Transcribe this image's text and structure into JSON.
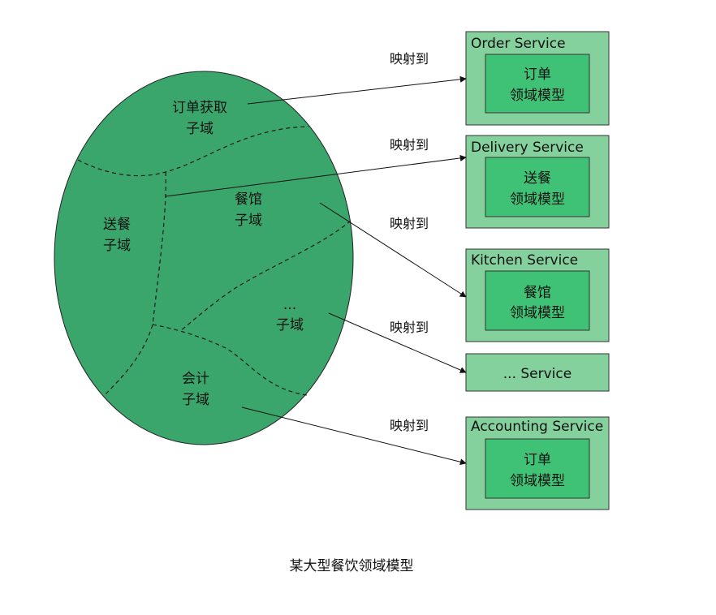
{
  "colors": {
    "domain_fill": "#3aa66b",
    "service_outer": "#84d19d",
    "service_inner": "#40c276",
    "stroke": "#222222"
  },
  "subdomains": {
    "order": [
      "订单获取",
      "子域"
    ],
    "delivery": [
      "送餐",
      "子域"
    ],
    "restaurant": [
      "餐馆",
      "子域"
    ],
    "other": [
      "...",
      "子域"
    ],
    "accounting": [
      "会计",
      "子域"
    ]
  },
  "mapping_label": "映射到",
  "services": [
    {
      "title": "Order Service",
      "model": [
        "订单",
        "领域模型"
      ]
    },
    {
      "title": "Delivery Service",
      "model": [
        "送餐",
        "领域模型"
      ]
    },
    {
      "title": "Kitchen Service",
      "model": [
        "餐馆",
        "领域模型"
      ]
    },
    {
      "title": "... Service"
    },
    {
      "title": "Accounting Service",
      "model": [
        "订单",
        "领域模型"
      ]
    }
  ],
  "caption": "某大型餐饮领域模型"
}
